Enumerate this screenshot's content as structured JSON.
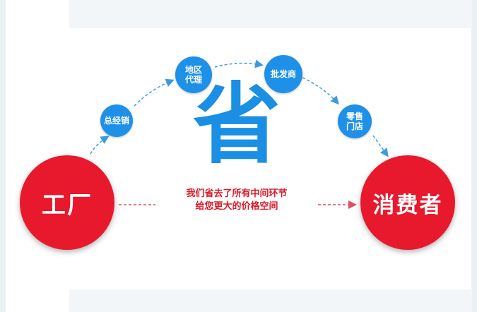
{
  "diagram": {
    "source_label": "工厂",
    "target_label": "消费者",
    "center_char": "省",
    "steps": [
      {
        "label": "总经销"
      },
      {
        "label": "地区\n代理"
      },
      {
        "label": "批发商"
      },
      {
        "label": "零售\n门店"
      }
    ],
    "caption_line1": "我们省去了所有中间环节",
    "caption_line2": "给您更大的价格空间",
    "colors": {
      "source_target": "#e8192c",
      "steps": "#1e90e8",
      "center": "#1a8fe3",
      "caption": "#d51a2a",
      "arrow_arc": "#3a9be0",
      "arrow_direct": "#e05060"
    }
  }
}
